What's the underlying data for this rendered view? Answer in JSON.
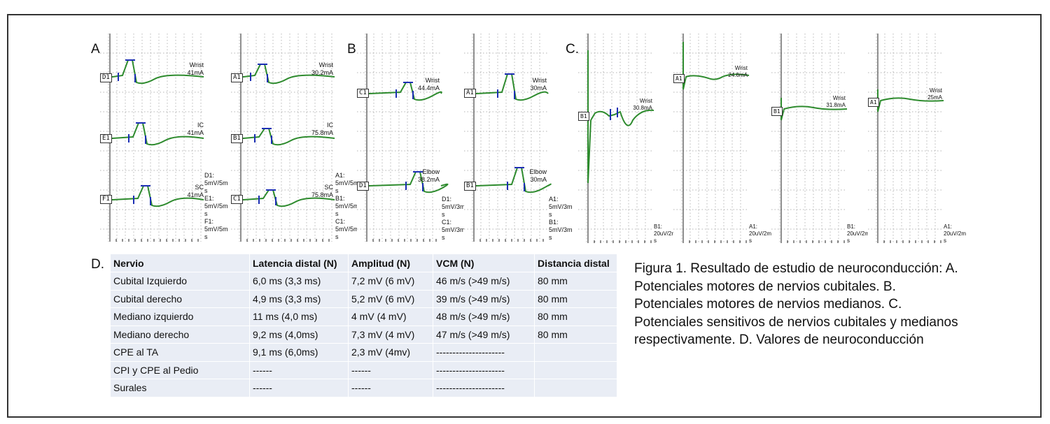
{
  "panel_labels": {
    "a": "A.",
    "b": "B.",
    "c": "C.",
    "d": "D."
  },
  "panelA": {
    "left": {
      "channels": [
        "D1",
        "E1",
        "F1"
      ],
      "labels": [
        [
          "Wrist",
          "41mA"
        ],
        [
          "IC",
          "41mA"
        ],
        [
          "SC",
          "41mA"
        ]
      ],
      "scale": [
        "D1:",
        "5mV/5m",
        "s",
        "E1:",
        "5mV/5m",
        "s",
        "F1:",
        "5mV/5m",
        "s"
      ]
    },
    "right": {
      "channels": [
        "A1",
        "B1",
        "C1"
      ],
      "labels": [
        [
          "Wrist",
          "30.2mA"
        ],
        [
          "IC",
          "75.8mA"
        ],
        [
          "SC",
          "75.8mA"
        ]
      ],
      "scale": [
        "A1:",
        "5mV/5m",
        "s",
        "B1:",
        "5mV/5m",
        "s",
        "C1:",
        "5mV/5m",
        "s"
      ]
    }
  },
  "panelB": {
    "left": {
      "channels": [
        "C1",
        "D1"
      ],
      "labels": [
        [
          "Wrist",
          "44.4mA"
        ],
        [
          "Elbow",
          "38.2mA"
        ]
      ],
      "scale": [
        "D1:",
        "5mV/3m",
        "s",
        "C1:",
        "5mV/3m",
        "s"
      ]
    },
    "right": {
      "channels": [
        "A1",
        "B1"
      ],
      "labels": [
        [
          "Wrist",
          "30mA"
        ],
        [
          "Elbow",
          "30mA"
        ]
      ],
      "scale": [
        "A1:",
        "5mV/3m",
        "s",
        "B1:",
        "5mV/3m",
        "s"
      ]
    }
  },
  "panelC": [
    {
      "channel": "B1",
      "label": [
        "Wrist",
        "30.8mA"
      ],
      "scale": [
        "B1:",
        "20uV/2m",
        "s"
      ]
    },
    {
      "channel": "A1",
      "label": [
        "Wrist",
        "24.6mA"
      ],
      "scale": [
        "A1:",
        "20uV/2m",
        "s"
      ]
    },
    {
      "channel": "B1",
      "label": [
        "Wrist",
        "31.8mA"
      ],
      "scale": [
        "B1:",
        "20uV/2m",
        "s"
      ]
    },
    {
      "channel": "A1",
      "label": [
        "Wrist",
        "25mA"
      ],
      "scale": [
        "A1:",
        "20uV/2m",
        "s"
      ]
    }
  ],
  "table": {
    "headers": [
      "Nervio",
      "Latencia distal (N)",
      "Amplitud (N)",
      "VCM (N)",
      "Distancia distal"
    ],
    "rows": [
      [
        "Cubital Izquierdo",
        "6,0 ms (3,3 ms)",
        "7,2 mV (6 mV)",
        "46 m/s (>49 m/s)",
        "80 mm"
      ],
      [
        "Cubital derecho",
        "4,9 ms (3,3 ms)",
        "5,2 mV (6 mV)",
        "39 m/s (>49 m/s)",
        "80 mm"
      ],
      [
        "Mediano izquierdo",
        "11 ms (4,0 ms)",
        "4 mV (4 mV)",
        "48 m/s (>49 m/s)",
        "80 mm"
      ],
      [
        "Mediano derecho",
        "9,2 ms (4,0ms)",
        "7,3 mV (4 mV)",
        "47 m/s (>49 m/s)",
        "80 mm"
      ],
      [
        "CPE al TA",
        "9,1 ms (6,0ms)",
        "2,3 mV (4mv)",
        "---------------------",
        ""
      ],
      [
        "CPI y CPE al Pedio",
        "------",
        "------",
        "---------------------",
        ""
      ],
      [
        "Surales",
        "------",
        "------",
        "---------------------",
        ""
      ]
    ]
  },
  "caption": "Figura 1. Resultado de estudio de neuroconducción: A. Potenciales motores de nervios cubitales. B. Potenciales motores de nervios medianos. C. Potenciales sensitivos de nervios cubitales y medianos respectivamente. D. Valores de neuroconducción",
  "colors": {
    "trace": "#2e8b2e",
    "marker": "#1c2fb4",
    "table_bg": "#e9edf5"
  }
}
